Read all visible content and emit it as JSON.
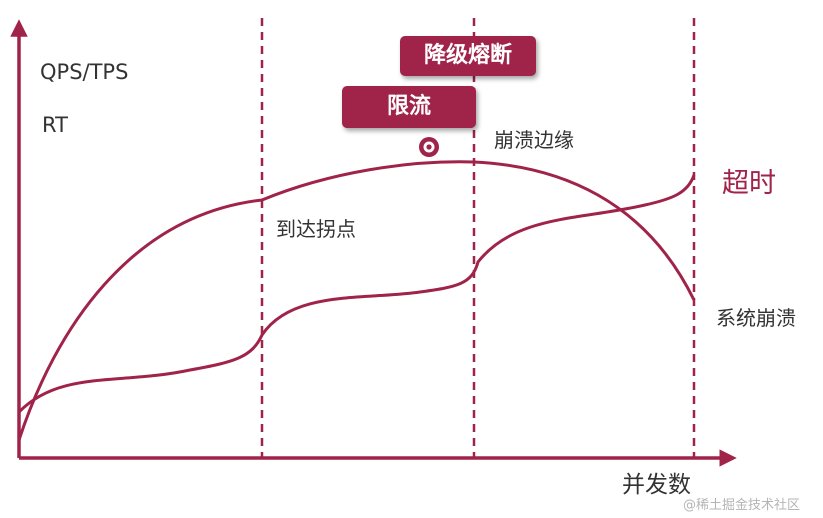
{
  "diagram": {
    "y_axis_labels": {
      "throughput": "QPS/TPS",
      "response_time": "RT"
    },
    "x_axis_label": "并发数",
    "badges": {
      "degrade": "降级熔断",
      "rate_limit": "限流"
    },
    "annotations": {
      "collapse_edge": "崩溃边缘",
      "inflection_point": "到达拐点",
      "timeout": "超时",
      "system_collapse": "系统崩溃"
    },
    "watermark": "@稀土掘金技术社区",
    "colors": {
      "accent": "#a0234a",
      "text": "#333333",
      "background": "#ffffff"
    }
  }
}
